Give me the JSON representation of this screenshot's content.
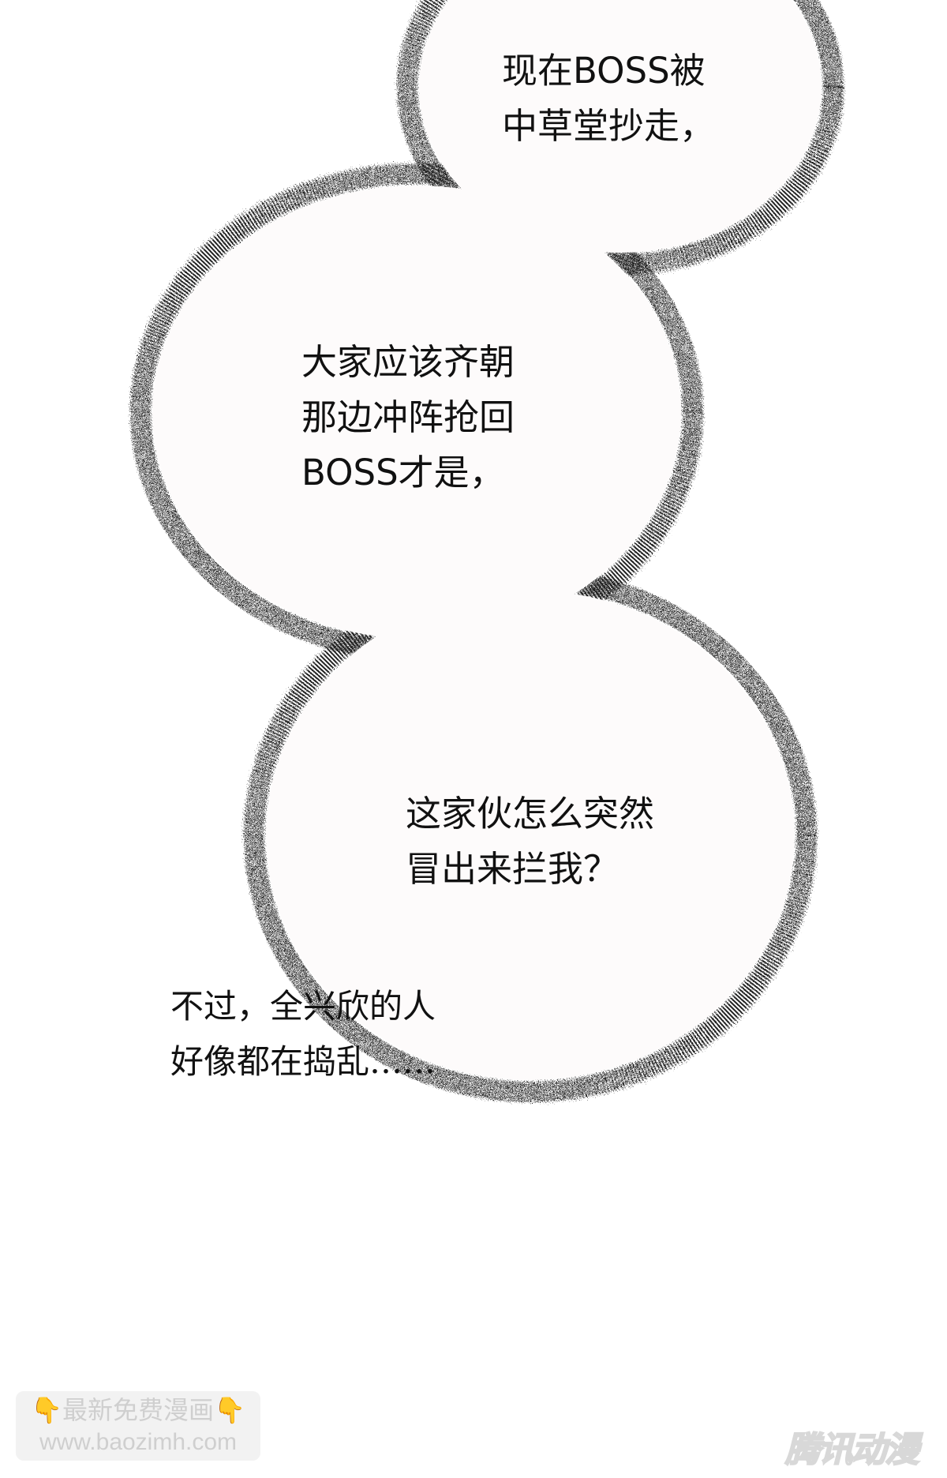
{
  "bubbles": [
    {
      "lines": "现在BOSS被\n中草堂抄走，"
    },
    {
      "lines": "大家应该齐朝\n那边冲阵抢回\nBOSS才是，"
    },
    {
      "lines": "这家伙怎么突然\n冒出来拦我？"
    }
  ],
  "narration": "不过，全兴欣的人\n好像都在捣乱……",
  "watermark": {
    "line1": "最新免费漫画",
    "line2": "www.baozimh.com",
    "icon": "pointing-down-hand-icon"
  },
  "logo": "腾讯动漫"
}
